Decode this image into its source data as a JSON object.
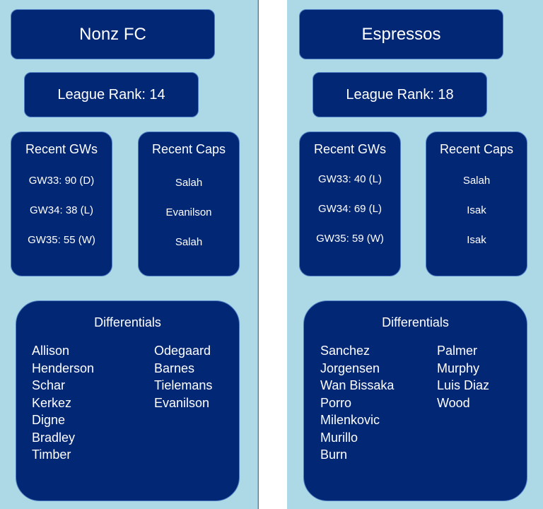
{
  "teams": [
    {
      "name": "Nonz FC",
      "league_rank": "League Rank: 14",
      "recent_gws_title": "Recent GWs",
      "recent_gws": [
        "GW33: 90 (D)",
        "GW34: 38 (L)",
        "GW35: 55 (W)"
      ],
      "recent_caps_title": "Recent Caps",
      "recent_caps": [
        "Salah",
        "Evanilson",
        "Salah"
      ],
      "differentials_title": "Differentials",
      "differentials_col1": [
        "Allison",
        "Henderson",
        "Schar",
        "Kerkez",
        "Digne",
        "Bradley",
        "Timber"
      ],
      "differentials_col2": [
        "Odegaard",
        "Barnes",
        "Tielemans",
        "Evanilson"
      ]
    },
    {
      "name": "Espressos",
      "league_rank": "League Rank: 18",
      "recent_gws_title": "Recent GWs",
      "recent_gws": [
        "GW33: 40 (L)",
        "GW34: 69 (L)",
        "GW35: 59 (W)"
      ],
      "recent_caps_title": "Recent Caps",
      "recent_caps": [
        "Salah",
        "Isak",
        "Isak"
      ],
      "differentials_title": "Differentials",
      "differentials_col1": [
        "Sanchez",
        "Jorgensen",
        "Wan Bissaka",
        "Porro",
        "Milenkovic",
        "Murillo",
        "Burn"
      ],
      "differentials_col2": [
        "Palmer",
        "Murphy",
        "Luis Diaz",
        "Wood"
      ]
    }
  ]
}
